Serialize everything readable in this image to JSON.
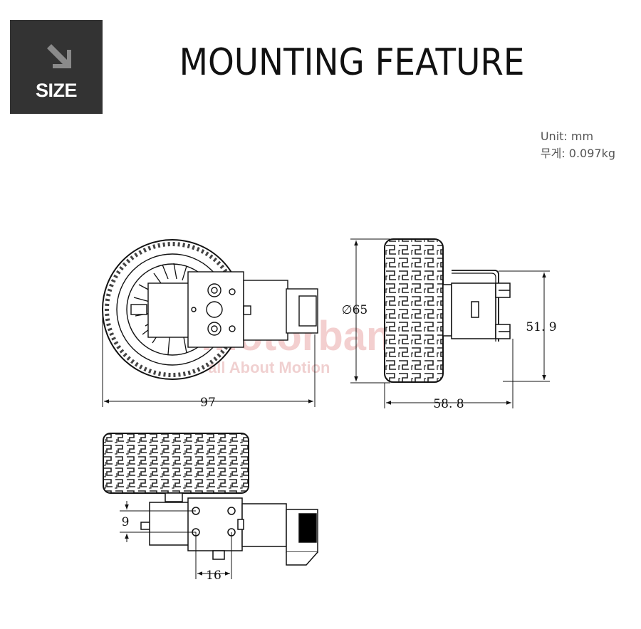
{
  "badge": {
    "label": "SIZE",
    "icon": "arrow-down-right-icon"
  },
  "title": "MOUNTING FEATURE",
  "meta": {
    "unit": "Unit: mm",
    "weight": "무게: 0.097kg"
  },
  "watermark": {
    "brand": "motorbank",
    "tagline": "all About Motion"
  },
  "dimensions": {
    "front_width": "97",
    "side_diameter": "∅65",
    "side_width": "58. 8",
    "side_height": "51. 9",
    "bottom_height": "9",
    "bottom_width": "16"
  }
}
